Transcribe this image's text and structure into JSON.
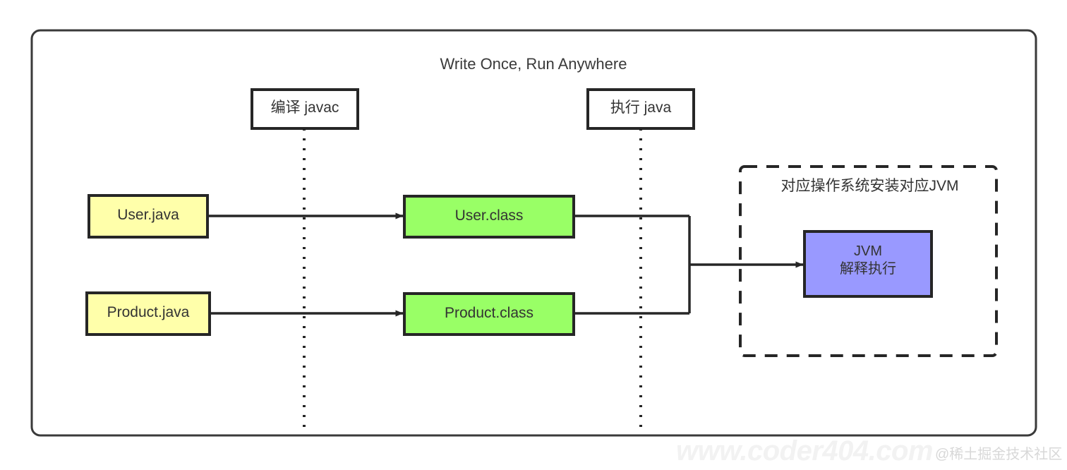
{
  "diagram": {
    "title": "Write Once, Run Anywhere",
    "phases": [
      {
        "id": "compile",
        "label": "编译 javac"
      },
      {
        "id": "run",
        "label": "执行 java"
      }
    ],
    "source_files": [
      {
        "id": "user-java",
        "label": "User.java",
        "color": "#ffffaa"
      },
      {
        "id": "product-java",
        "label": "Product.java",
        "color": "#ffffaa"
      }
    ],
    "class_files": [
      {
        "id": "user-class",
        "label": "User.class",
        "color": "#99ff66"
      },
      {
        "id": "product-class",
        "label": "Product.class",
        "color": "#99ff66"
      }
    ],
    "os_group": {
      "label": "对应操作系统安装对应JVM",
      "node": {
        "id": "jvm",
        "line1": "JVM",
        "line2": "解释执行",
        "color": "#9999ff"
      }
    },
    "colors": {
      "stroke": "#262626",
      "text": "#333333",
      "source_fill": "#ffffaa",
      "class_fill": "#99ff66",
      "jvm_fill": "#9999ff",
      "canvas": "#ffffff"
    }
  },
  "watermarks": {
    "url": "www.coder404.com",
    "brand": "@稀土掘金技术社区"
  }
}
